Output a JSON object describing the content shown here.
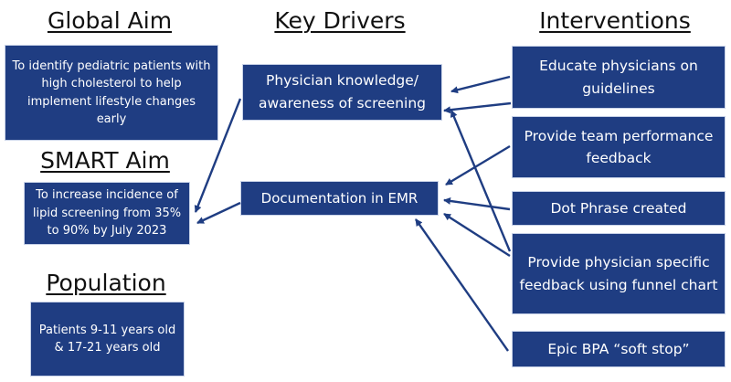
{
  "headings": {
    "global_aim": "Global Aim",
    "key_drivers": "Key Drivers",
    "interventions": "Interventions",
    "smart_aim": "SMART Aim",
    "population": "Population"
  },
  "global_aim_text": "To identify pediatric patients with high cholesterol to help implement lifestyle changes early",
  "smart_aim_text": "To increase incidence of lipid screening from 35% to 90% by July 2023",
  "population_text": "Patients 9-11 years old & 17-21 years old",
  "drivers": [
    "Physician knowledge/ awareness of screening",
    "Documentation in EMR"
  ],
  "interventions": [
    "Educate physicians on guidelines",
    "Provide team performance feedback",
    "Dot Phrase created",
    "Provide physician specific feedback using funnel chart",
    "Epic BPA “soft stop”"
  ],
  "colors": {
    "box_fill": "#1f3d82",
    "box_text": "#ffffff",
    "arrow": "#1f3d82",
    "heading_text": "#111111"
  }
}
